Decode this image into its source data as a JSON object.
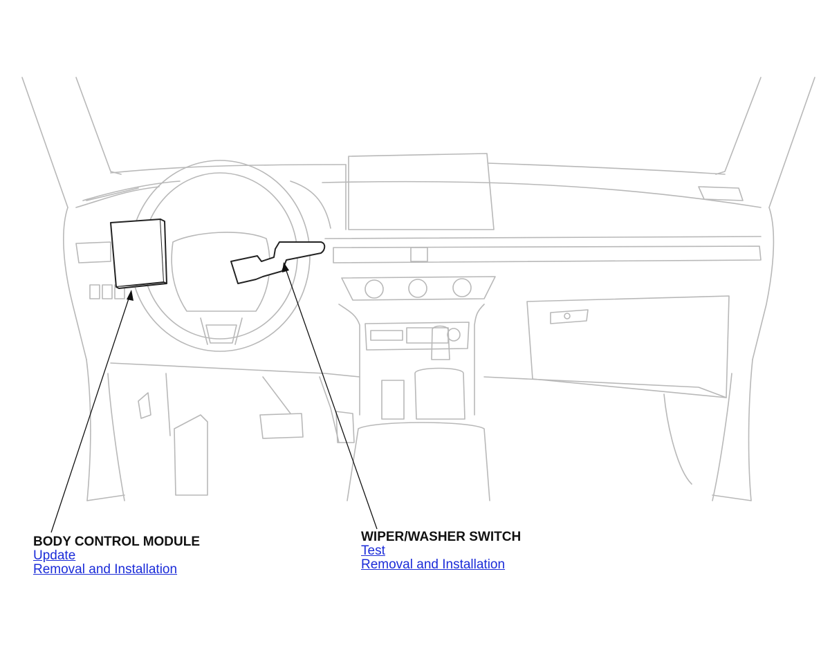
{
  "callouts": {
    "body_control_module": {
      "title": "BODY CONTROL MODULE",
      "links": [
        "Update",
        "Removal and Installation"
      ]
    },
    "wiper_washer_switch": {
      "title": "WIPER/WASHER SWITCH",
      "links": [
        "Test",
        "Removal and Installation"
      ]
    }
  },
  "colors": {
    "line_art": "#b8b8b8",
    "highlight": "#222222",
    "link": "#1a2bd8",
    "background": "#ffffff"
  }
}
